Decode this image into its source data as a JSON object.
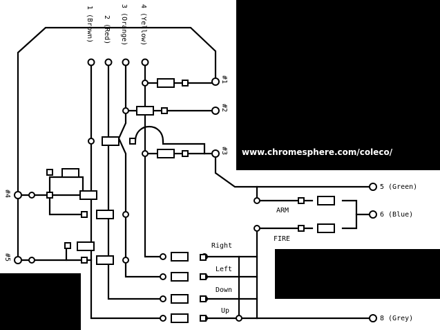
{
  "website": "www.chromesphere.com/coleco/",
  "wires": {
    "w1": "1 (Brown)",
    "w2": "2 (Red)",
    "w3": "3 (Orange)",
    "w4": "4 (Yellow)",
    "w5": "5 (Green)",
    "w6": "6 (Blue)",
    "w8": "8 (Grey)"
  },
  "pins": {
    "p1": "#1",
    "p2": "#2",
    "p3": "#3",
    "p4": "#4",
    "p5": "#5"
  },
  "signals": {
    "arm": "ARM",
    "fire": "FIRE",
    "right": "Right",
    "left": "Left",
    "down": "Down",
    "up": "Up"
  }
}
